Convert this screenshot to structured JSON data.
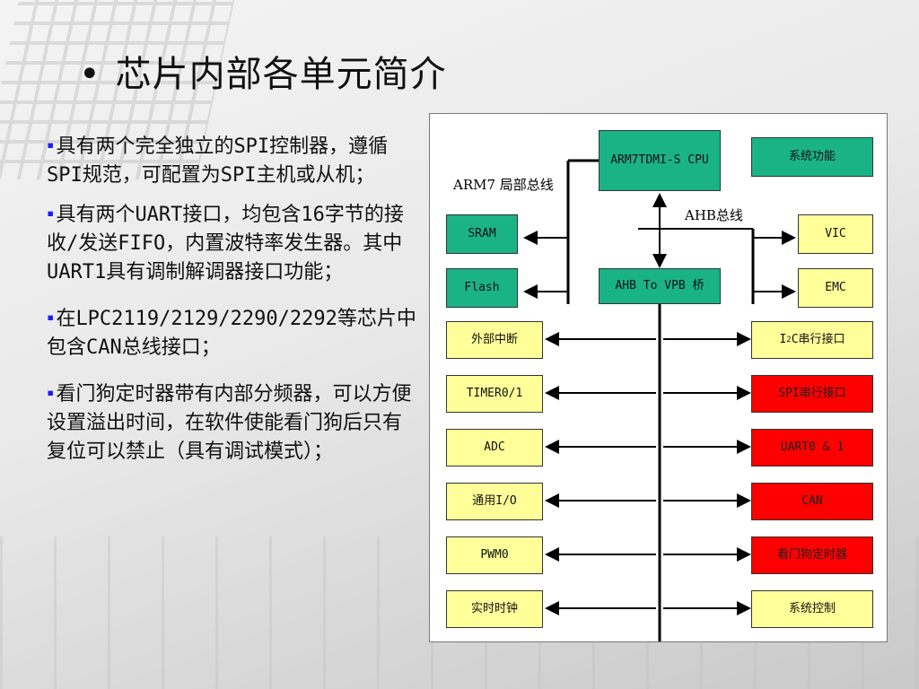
{
  "title": "芯片内部各单元简介",
  "title_bullet": "•",
  "bullet_marker": "▪",
  "bullets": [
    "具有两个完全独立的SPI控制器，遵循SPI规范，可配置为SPI主机或从机；",
    "具有两个UART接口，均包含16字节的接收/发送FIFO，内置波特率发生器。其中UART1具有调制解调器接口功能；",
    "在LPC2119/2129/2290/2292等芯片中包含CAN总线接口；",
    "看门狗定时器带有内部分频器，可以方便设置溢出时间，在软件使能看门狗后只有复位可以禁止（具有调试模式）；"
  ],
  "diagram": {
    "arm7_bus_label": "ARM7 局部总线",
    "ahb_bus_label": "AHB总线",
    "cpu": "ARM7TDMI-S CPU",
    "system_function": "系统功能",
    "sram": "SRAM",
    "flash": "Flash",
    "ahb_to_vpb": "AHB To VPB 桥",
    "vic": "VIC",
    "emc": "EMC",
    "left_peripherals": [
      "外部中断",
      "TIMER0/1",
      "ADC",
      "通用I/O",
      "PWM0",
      "实时时钟"
    ],
    "i2c_prefix": "I",
    "i2c_sup": "2",
    "i2c_suffix": "C串行接口",
    "right_peripherals": [
      "SPI串行接口",
      "UART0 & 1",
      "CAN",
      "看门狗定时器",
      "系统控制"
    ],
    "colors": {
      "green": "#1ab386",
      "yellow": "#ffff99",
      "red": "#ff0000"
    }
  }
}
